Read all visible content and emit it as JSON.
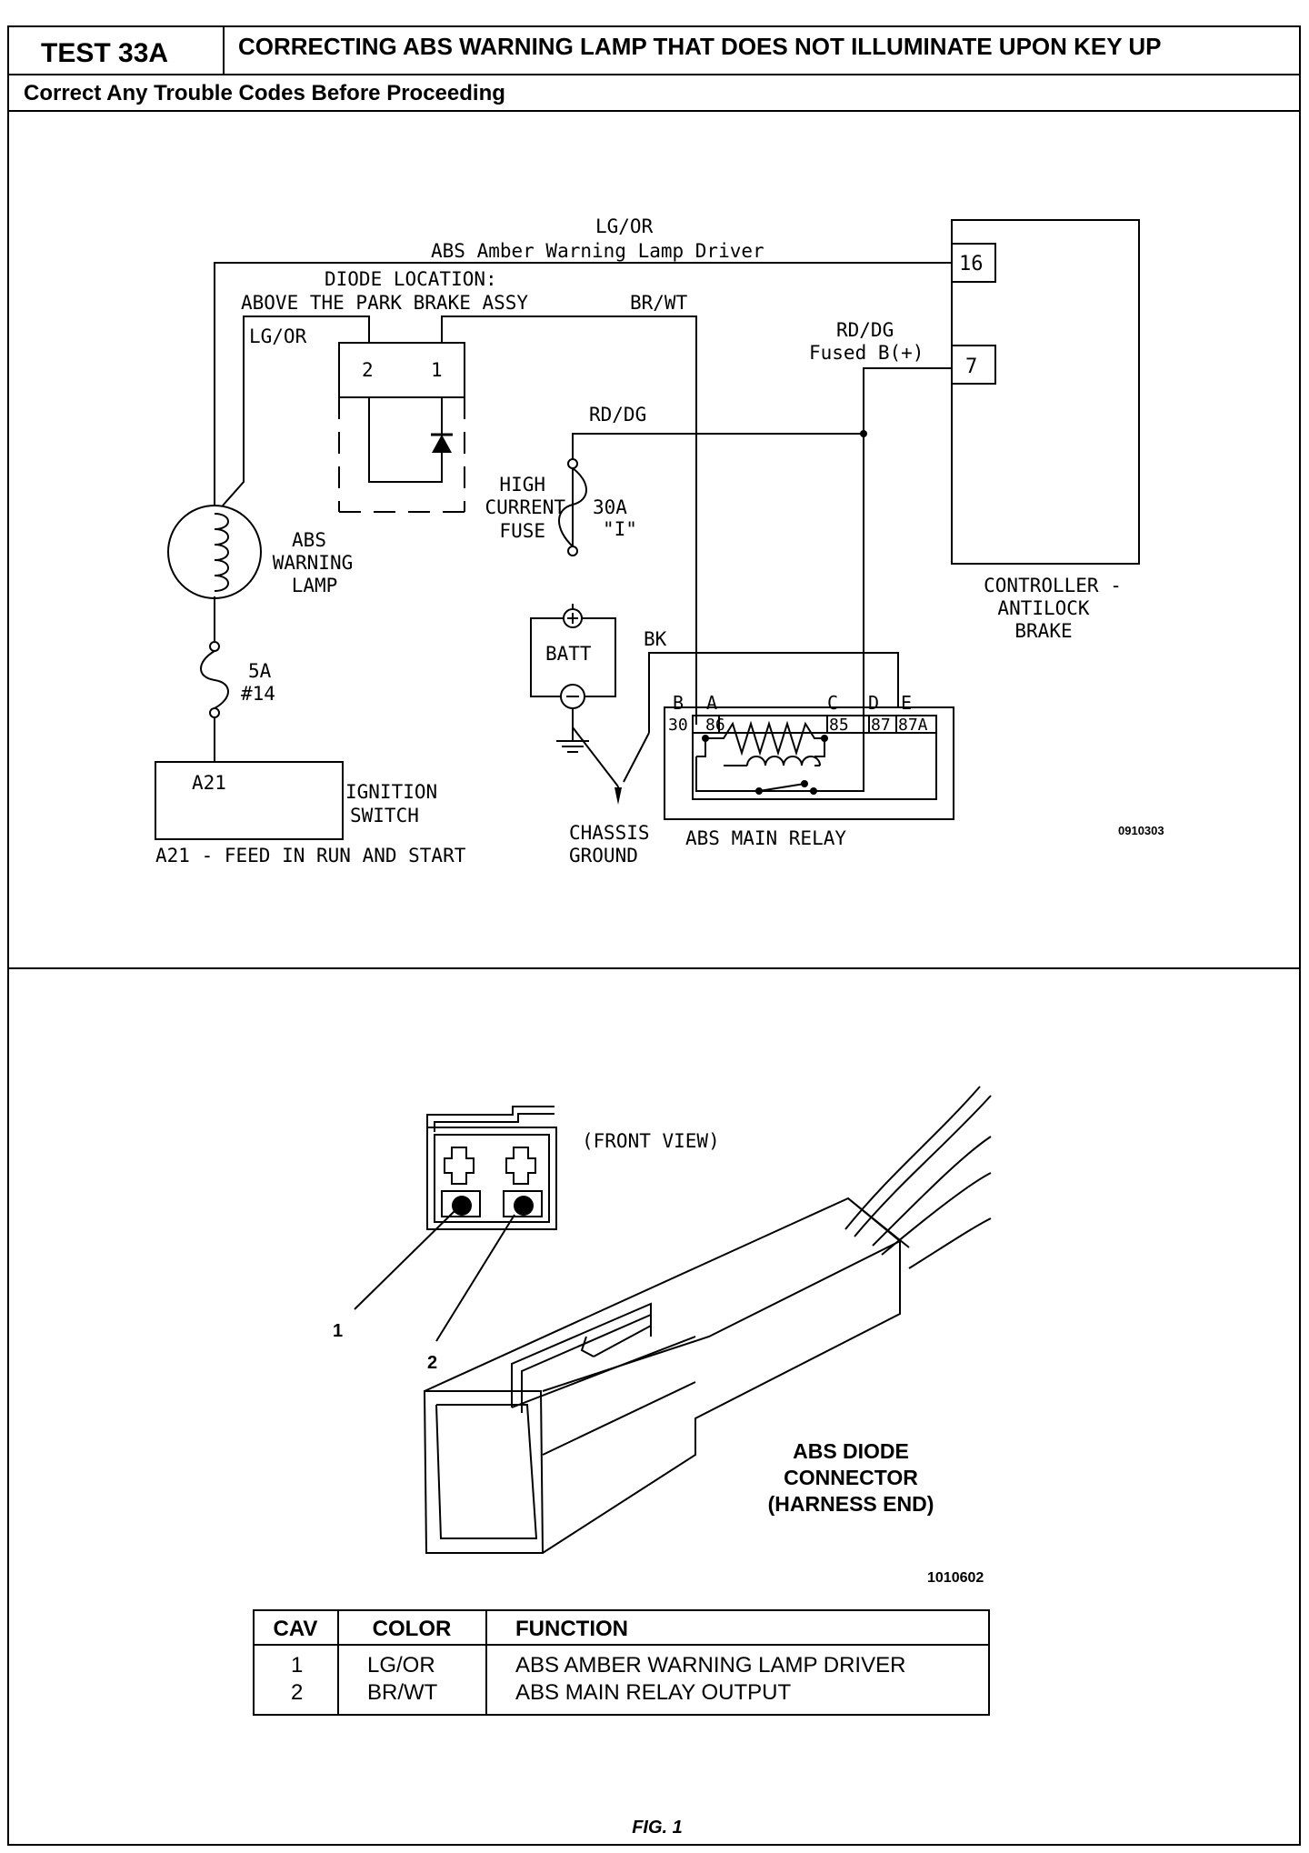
{
  "header": {
    "test_id": "TEST 33A",
    "title": "CORRECTING ABS WARNING LAMP THAT DOES NOT ILLUMINATE UPON KEY UP",
    "subtitle": "Correct Any Trouble Codes Before Proceeding"
  },
  "schematic": {
    "lgor_top": "LG/OR",
    "amber_driver": "ABS Amber Warning Lamp Driver",
    "diode_location_1": "DIODE LOCATION:",
    "diode_location_2": "ABOVE THE PARK BRAKE ASSY",
    "brwt": "BR/WT",
    "lgor_left": "LG/OR",
    "diode_pin2": "2",
    "diode_pin1": "1",
    "lamp_1": "ABS",
    "lamp_2": "WARNING",
    "lamp_3": "LAMP",
    "fuse5_1": "5A",
    "fuse5_2": "#14",
    "ign_pin": "A21",
    "ign_1": "IGNITION",
    "ign_2": "SWITCH",
    "a21_feed": "A21 - FEED IN RUN AND START",
    "rddg_mid": "RD/DG",
    "hcf_1": "HIGH",
    "hcf_2": "CURRENT",
    "hcf_3": "FUSE",
    "fuse30_1": "30A",
    "fuse30_2": "\"I\"",
    "batt": "BATT",
    "bk": "BK",
    "chassis_1": "CHASSIS",
    "chassis_2": "GROUND",
    "rddg_right": "RD/DG",
    "fused_b": "Fused B(+)",
    "pin16": "16",
    "pin7": "7",
    "ctrl_1": "CONTROLLER -",
    "ctrl_2": "ANTILOCK",
    "ctrl_3": "BRAKE",
    "relay_letters": [
      "B",
      "A",
      "C",
      "D",
      "E"
    ],
    "relay_numbers": [
      "30",
      "86",
      "85",
      "87",
      "87A"
    ],
    "relay_label": "ABS MAIN RELAY",
    "fig_code": "0910303"
  },
  "connector": {
    "front_view": "(FRONT VIEW)",
    "callout_1": "1",
    "callout_2": "2",
    "label_1": "ABS DIODE",
    "label_2": "CONNECTOR",
    "label_3": "(HARNESS END)",
    "fig_code": "1010602"
  },
  "table": {
    "headers": [
      "CAV",
      "COLOR",
      "FUNCTION"
    ],
    "rows": [
      [
        "1",
        "LG/OR",
        "ABS AMBER WARNING LAMP DRIVER"
      ],
      [
        "2",
        "BR/WT",
        "ABS MAIN RELAY OUTPUT"
      ]
    ]
  },
  "footer": {
    "fig": "FIG. 1"
  }
}
